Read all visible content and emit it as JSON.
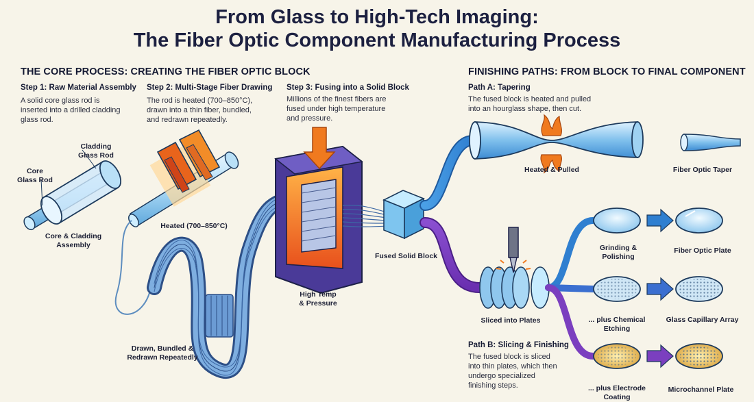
{
  "title": {
    "line1": "From Glass to High-Tech Imaging:",
    "line2": "The Fiber Optic Component Manufacturing Process"
  },
  "core": {
    "heading": "THE CORE PROCESS: CREATING THE FIBER OPTIC BLOCK",
    "step1": {
      "title": "Step 1: Raw Material Assembly",
      "text": [
        "A solid core glass rod is",
        "inserted into a drilled cladding",
        "glass rod."
      ]
    },
    "step2": {
      "title": "Step 2: Multi-Stage Fiber Drawing",
      "text": [
        "The rod is heated (700–850°C),",
        "drawn into a thin fiber, bundled,",
        "and redrawn repeatedly."
      ]
    },
    "step3": {
      "title": "Step 3: Fusing into a Solid Block",
      "text": [
        "Millions of the finest fibers are",
        "fused under high temperature",
        "and pressure."
      ]
    }
  },
  "finishing": {
    "heading": "FINISHING PATHS: FROM BLOCK TO FINAL COMPONENT",
    "pathA": {
      "title": "Path A: Tapering",
      "text": [
        "The fused block is heated and pulled",
        "into an hourglass shape, then cut."
      ]
    },
    "pathB": {
      "title": "Path B: Slicing & Finishing",
      "text": [
        "The fused block is sliced",
        "into thin plates, which then",
        "undergo specialized",
        "finishing steps."
      ]
    }
  },
  "labels": {
    "cladding": [
      "Cladding",
      "Glass Rod"
    ],
    "core": [
      "Core",
      "Glass Rod"
    ],
    "assembly": [
      "Core & Cladding",
      "Assembly"
    ],
    "heated": "Heated (700–850°C)",
    "drawn": [
      "Drawn, Bundled &",
      "Redrawn Repeatedly"
    ],
    "hightemp": [
      "High Temp",
      "& Pressure"
    ],
    "fused": "Fused Solid Block",
    "heated_pulled": "Heated & Pulled",
    "taper": "Fiber Optic Taper",
    "sliced": "Sliced into Plates",
    "grinding": [
      "Grinding &",
      "Polishing"
    ],
    "plate": "Fiber Optic Plate",
    "etching": [
      "... plus Chemical",
      "Etching"
    ],
    "capillary": "Glass Capillary Array",
    "electrode": [
      "... plus Electrode",
      "Coating"
    ],
    "microchannel": "Microchannel Plate"
  },
  "colors": {
    "blue_path": "#3b8fd9",
    "purple_path": "#7b3fbf",
    "heat": "#f07a1f",
    "block": "#5b4aa8",
    "background": "#f7f4e9"
  },
  "icons": [
    "glass-rod-icon",
    "heater-coil-icon",
    "fiber-bundle-icon",
    "furnace-icon",
    "solid-block-icon",
    "taper-icon",
    "flame-icon",
    "slicer-blade-icon",
    "plate-disc-icon",
    "arrow-right-icon"
  ]
}
